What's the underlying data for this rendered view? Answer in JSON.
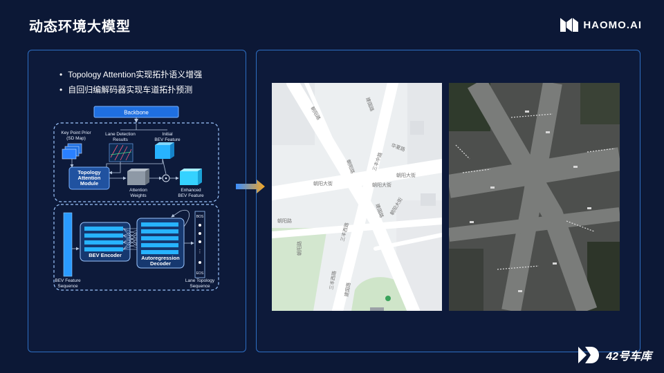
{
  "header": {
    "title": "动态环境大模型",
    "brand": "HAOMO.AI"
  },
  "bullets": [
    "Topology Attention实现拓扑语义增强",
    "自回归编解码器实现车道拓扑预测"
  ],
  "diagram": {
    "backbone": "Backbone",
    "kp_prior_1": "Key Point Prior",
    "kp_prior_2": "(SD Map)",
    "lane_det_1": "Lane Detection",
    "lane_det_2": "Results",
    "init_bev_1": "Initial",
    "init_bev_2": "BEV Feature",
    "topo_att_1": "Topology",
    "topo_att_2": "Attention",
    "topo_att_3": "Module",
    "att_w_1": "Attention",
    "att_w_2": "Weights",
    "enh_bev_1": "Enhanced",
    "enh_bev_2": "BEV Feature",
    "bev_encoder": "BEV Encoder",
    "ar_decoder_1": "Autoregression",
    "ar_decoder_2": "Decoder",
    "bos": "BOS",
    "eos": "EOS",
    "bev_seq_1": "BEV Feature",
    "bev_seq_2": "Sequence",
    "lane_topo_1": "Lane Topology",
    "lane_topo_2": "Sequence"
  },
  "map": {
    "labels": [
      "朝阳路",
      "建国路",
      "华夏路",
      "朝阳路",
      "三丰中路",
      "朝阳大街",
      "朝阳大街",
      "朝阳大街",
      "建国路",
      "朝阳大街",
      "朝阳路",
      "三丰西路",
      "朝阳路",
      "三丰西路",
      "建国路"
    ]
  },
  "footer": {
    "brand": "42号车库"
  },
  "colors": {
    "background": "#0c1836",
    "accent": "#1e90ff",
    "panel_border": "#2e6fc4",
    "arrow": "#f5a623"
  }
}
